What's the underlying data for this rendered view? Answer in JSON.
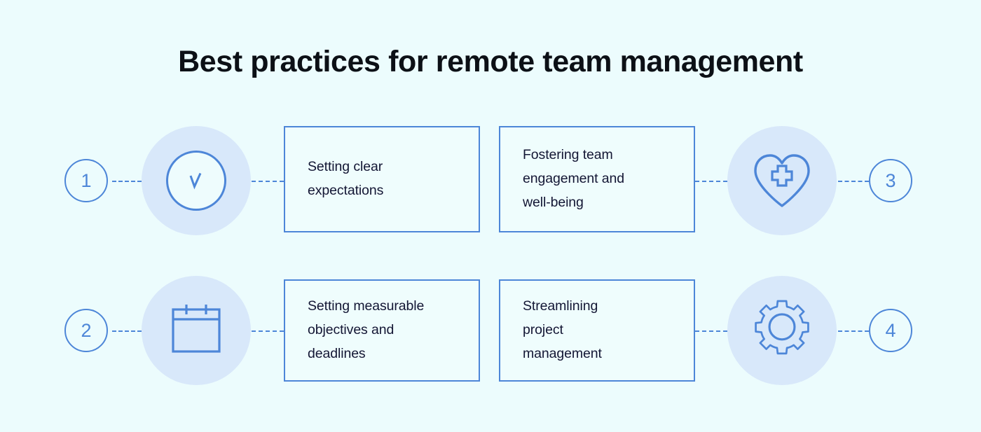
{
  "page": {
    "title": "Best practices for remote team management",
    "background_color": "#ecfcfd",
    "accent_color": "#4d86d8",
    "halo_color": "#d8e8fa",
    "text_color": "#131634",
    "title_color": "#0c1016"
  },
  "steps": [
    {
      "number": "1",
      "icon": "check-circle-icon",
      "label": "Setting clear\nexpectations",
      "row": "top",
      "side": "left"
    },
    {
      "number": "2",
      "icon": "calendar-icon",
      "label": "Setting measurable\nobjectives and\ndeadlines",
      "row": "bottom",
      "side": "left"
    },
    {
      "number": "3",
      "icon": "heart-plus-icon",
      "label": "Fostering team\nengagement and\nwell-being",
      "row": "top",
      "side": "right"
    },
    {
      "number": "4",
      "icon": "gear-icon",
      "label": "Streamlining\nproject\nmanagement",
      "row": "bottom",
      "side": "right"
    }
  ]
}
